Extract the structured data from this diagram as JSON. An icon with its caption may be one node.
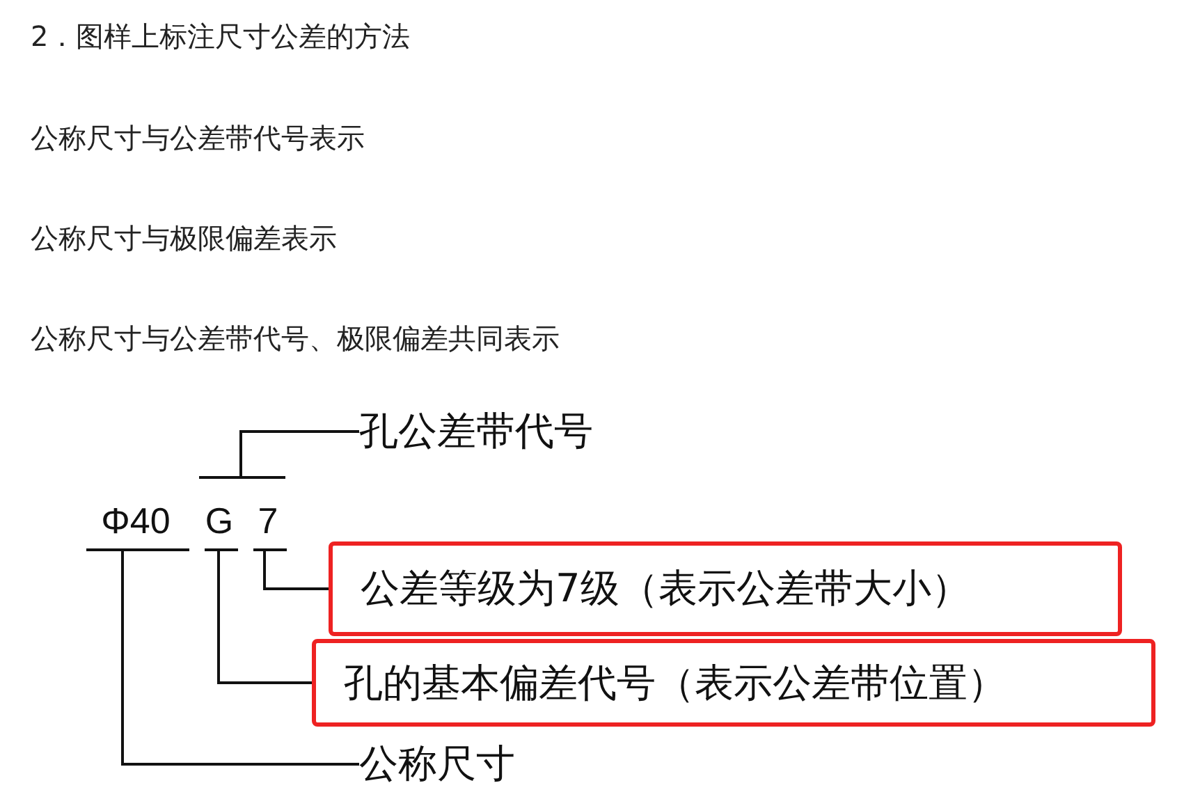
{
  "diagram": {
    "title": "2．图样上标注尺寸公差的方法",
    "nodes": [
      {
        "text": [
          "Φ40"
        ]
      },
      {
        "text": [
          "G"
        ]
      },
      {
        "text": [
          "7"
        ]
      },
      {
        "text": [
          "孔公差带代号"
        ]
      },
      {
        "text": [
          "公差等级为7级（表示公差带大小）"
        ]
      },
      {
        "text": [
          "孔的基本偏差代号（表示公差带位置）"
        ]
      },
      {
        "text": [
          "公称尺寸"
        ]
      }
    ],
    "edges": [
      {
        "from": 3,
        "to": 1,
        "arrow": "none"
      },
      {
        "from": 3,
        "to": 2,
        "arrow": "none"
      },
      {
        "from": 4,
        "to": 2,
        "arrow": "none"
      },
      {
        "from": 5,
        "to": 1,
        "arrow": "none"
      },
      {
        "from": 6,
        "to": 0,
        "arrow": "none"
      }
    ],
    "labels": [
      "公称尺寸与公差带代号表示",
      "公称尺寸与极限偏差表示",
      "公称尺寸与公差带代号、极限偏差共同表示"
    ]
  }
}
